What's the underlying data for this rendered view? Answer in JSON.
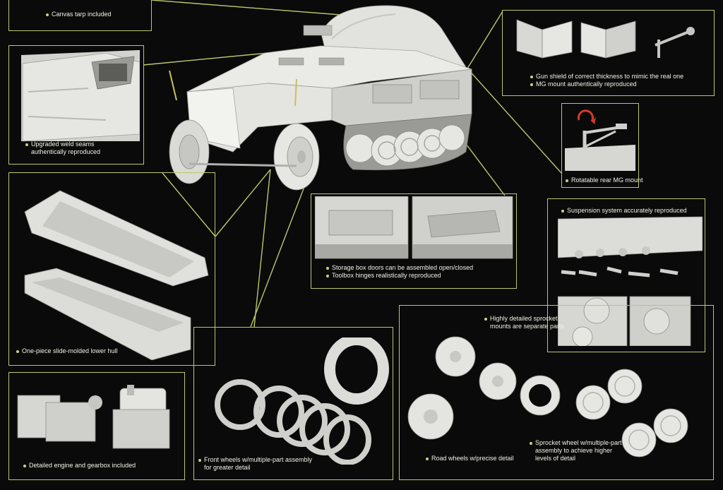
{
  "captions": {
    "canvas_tarp": "Canvas tarp included",
    "weld_seams": [
      "Upgraded weld seams",
      "authentically reproduced"
    ],
    "gun_shield": [
      "Gun shield of correct thickness to mimic the real one",
      "MG mount authentically reproduced"
    ],
    "rear_mg": "Rotatable rear MG mount",
    "suspension": "Suspension system accurately reproduced",
    "storage": [
      "Storage box doors can be assembled open/closed",
      "Toolbox hinges realistically reproduced"
    ],
    "lower_hull": "One-piece slide-molded lower hull",
    "sprocket_mounts": [
      "Highly detailed sprocket",
      "mounts are separate parts"
    ],
    "engine": "Detailed engine and gearbox included",
    "front_wheels": [
      "Front wheels w/multiple-part assembly",
      "for greater detail"
    ],
    "road_wheels": "Road wheels w/precise detail",
    "sprocket_wheel": [
      "Sprocket wheel w/multiple-part",
      "assembly to achieve higher",
      "levels of detail"
    ]
  },
  "colors": {
    "background": "#0a0a0a",
    "frame_line": "#b9c86a",
    "caption_text": "#f2f2e6",
    "model_grey": "#d6d6d2"
  },
  "icons": {
    "rotate": "rotate-arrow-icon"
  }
}
